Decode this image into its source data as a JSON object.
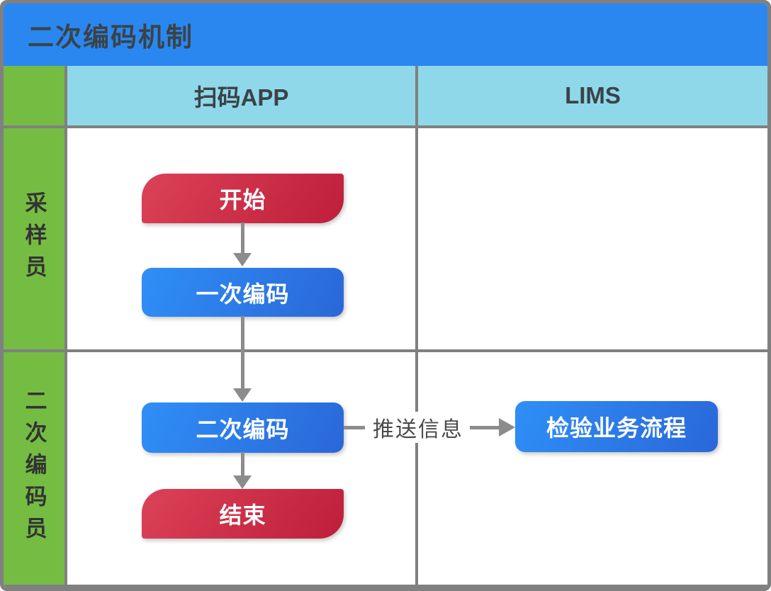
{
  "title": "二次编码机制",
  "columns": [
    {
      "label": "扫码APP"
    },
    {
      "label": "LIMS"
    }
  ],
  "lanes": [
    {
      "label": "采样员"
    },
    {
      "label": "二次编码员"
    }
  ],
  "flow": {
    "start": "开始",
    "first_code": "一次编码",
    "second_code": "二次编码",
    "end": "结束",
    "push_label": "推送信息",
    "lims_process": "检验业务流程"
  },
  "colors": {
    "header_blue": "#2B87F0",
    "lane_green": "#75BC43",
    "col_header_blue": "#8FD8E9",
    "border_gray": "#808080",
    "connector_gray": "#8C8C8C",
    "node_blue_a": "#2F8FF7",
    "node_blue_b": "#2A67D8",
    "node_red_a": "#DB4257",
    "node_red_b": "#BE1E3A",
    "title_text": "#3A4347",
    "label_text": "#333333",
    "push_text": "#4A4A4A"
  }
}
